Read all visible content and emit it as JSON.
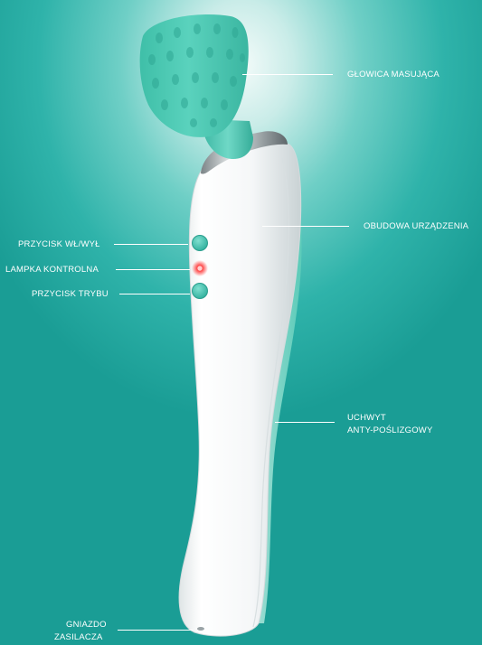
{
  "callouts": {
    "head": "GŁOWICA MASUJĄCA",
    "housing": "OBUDOWA URZĄDZENIA",
    "power_button": "PRZYCISK WŁ/WYŁ",
    "indicator_lamp": "LAMPKA KONTROLNA",
    "mode_button": "PRZYCISK TRYBU",
    "grip_line1": "UCHWYT",
    "grip_line2": "ANTY-POŚLIZGOWY",
    "socket_line1": "GNIAZDO",
    "socket_line2": "ZASILACZA"
  },
  "colors": {
    "accent_teal": "#4cc7b3",
    "button_teal": "#3dbfae",
    "lamp_red": "#ff3b3b",
    "device_body": "#f7f9f9"
  }
}
